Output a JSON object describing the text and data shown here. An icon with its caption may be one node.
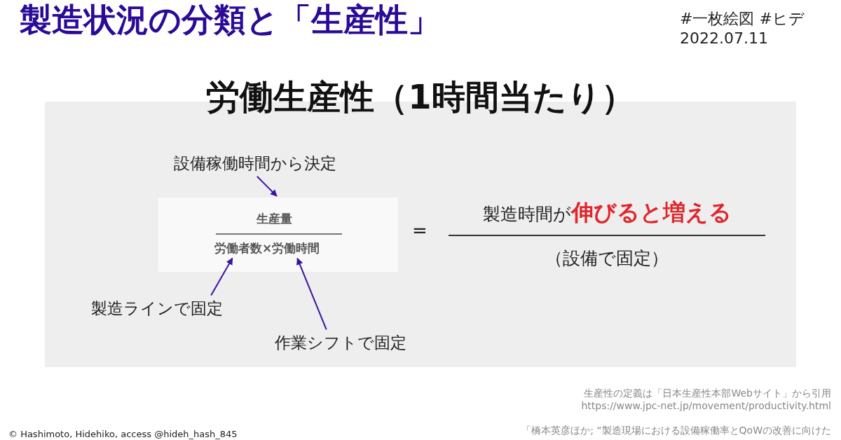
{
  "diagram": {
    "title": "製造状況の分類と「生産性」",
    "nodes": [
      {
        "text": [
          "労働生産性（1時間当たり）"
        ]
      },
      {
        "text": [],
        "shape": "box",
        "in": 0
      },
      {
        "text": [
          "生産量"
        ],
        "in": 1
      },
      {
        "text": [
          "労働者数×労働時間"
        ],
        "in": 1
      },
      {
        "text": [
          "設備稼働時間から決定"
        ],
        "in": 0
      },
      {
        "text": [
          "製造ラインで固定"
        ],
        "in": 0
      },
      {
        "text": [
          "作業シフトで固定"
        ],
        "in": 0
      }
    ],
    "edges": [
      {
        "from": 4,
        "to": 1,
        "arrow": "to"
      },
      {
        "from": 5,
        "to": 3,
        "arrow": "to"
      },
      {
        "from": 6,
        "to": 3,
        "arrow": "to"
      }
    ],
    "labels": [
      "#一枚絵図 #ヒデ",
      "2022.07.11",
      "=",
      "製造時間が**伸びると増える**",
      "（設備で固定）",
      "生産性の定義は「日本生産性本部Webサイト」から引用",
      "https://www.jpc-net.jp/movement/productivity.html",
      "© Hashimoto, Hidehiko,  access @hideh_hash_845",
      "「橋本英彦ほか; “製造現場における設備稼働率とQoWの改善に向けた"
    ]
  }
}
